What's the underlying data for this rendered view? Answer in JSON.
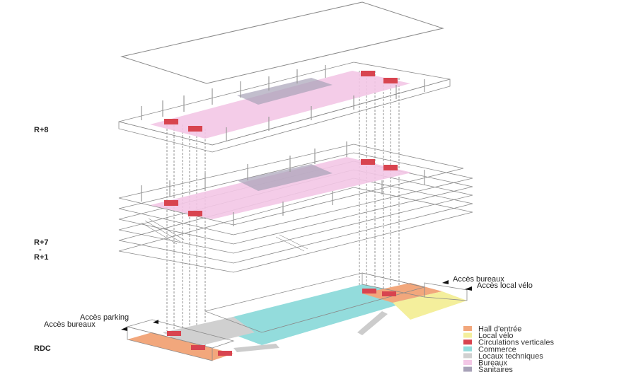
{
  "levels": {
    "r8": "R+8",
    "r7": "R+7",
    "dash": "-",
    "r1": "R+1",
    "rdc": "RDC"
  },
  "annotations": {
    "acces_bureaux_right": "Accès bureaux",
    "acces_local_velo": "Accès local vélo",
    "acces_parking": "Accès parking",
    "acces_bureaux_left": "Accès bureaux"
  },
  "legend": [
    {
      "label": "Hall d'entrée",
      "color": "#f2a77c"
    },
    {
      "label": "Local vélo",
      "color": "#f4ef9c"
    },
    {
      "label": "Circulations verticales",
      "color": "#d8444f"
    },
    {
      "label": "Commerce",
      "color": "#93dcdc"
    },
    {
      "label": "Locaux techniques",
      "color": "#d0d0d0"
    },
    {
      "label": "Bureaux",
      "color": "#f3c7e6"
    },
    {
      "label": "Sanitaires",
      "color": "#a8a2b8"
    }
  ]
}
